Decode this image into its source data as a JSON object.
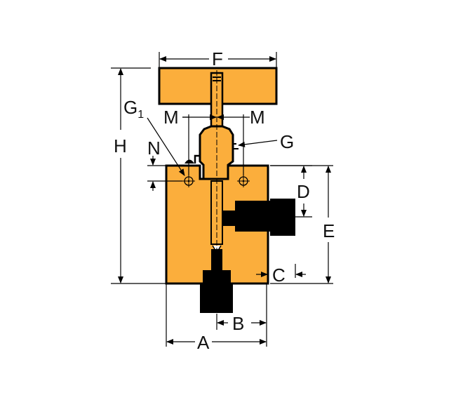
{
  "diagram": {
    "title": "Needle valve dimensional drawing",
    "colors": {
      "body": "#FBAE3C",
      "outline": "#000000",
      "port": "#000000"
    },
    "labels": {
      "F": "F",
      "G1_main": "G",
      "G1_sub": "1",
      "M_left": "M",
      "M_right": "M",
      "G": "G",
      "H": "H",
      "N": "N",
      "D": "D",
      "E": "E",
      "C": "C",
      "B": "B",
      "A": "A"
    }
  }
}
